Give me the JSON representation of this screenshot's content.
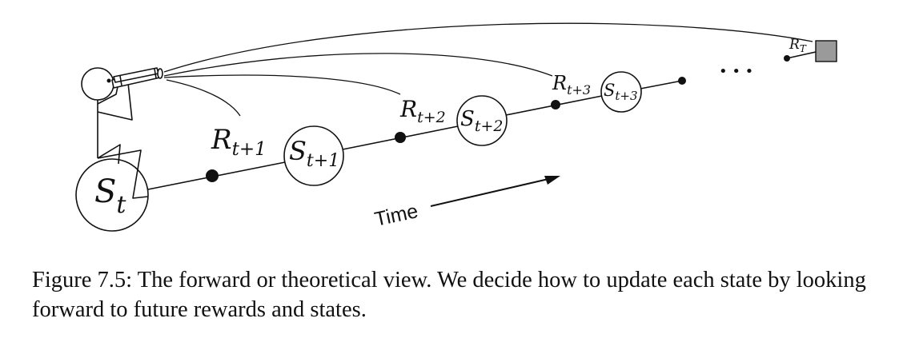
{
  "diagram": {
    "state_labels": [
      {
        "base": "S",
        "sub": "t"
      },
      {
        "base": "S",
        "sub": "t+1"
      },
      {
        "base": "S",
        "sub": "t+2"
      },
      {
        "base": "S",
        "sub": "t+3"
      }
    ],
    "reward_labels": [
      {
        "base": "R",
        "sub": "t+1"
      },
      {
        "base": "R",
        "sub": "t+2"
      },
      {
        "base": "R",
        "sub": "t+3"
      },
      {
        "base": "R",
        "sub": "T"
      }
    ],
    "time_label": "Time",
    "ellipsis": "• • •",
    "terminal_color": "#9a9a9a"
  },
  "caption": "Figure 7.5: The forward or theoretical view. We decide how to update each state by looking forward to future rewards and states."
}
